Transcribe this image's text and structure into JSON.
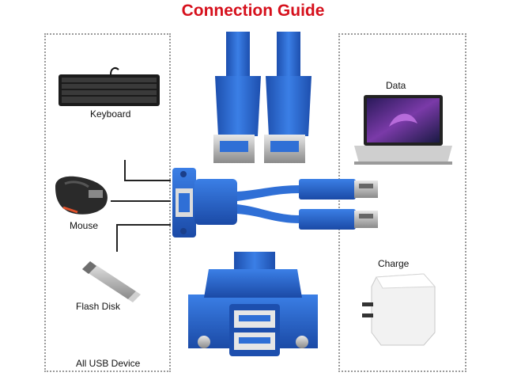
{
  "title": "Connection Guide",
  "devices_left": {
    "keyboard": "Keyboard",
    "mouse": "Mouse",
    "flash": "Flash Disk",
    "all": "All USB Device"
  },
  "devices_right": {
    "data": "Data",
    "charge": "Charge"
  },
  "colors": {
    "title": "#d6101c",
    "cable_blue": "#2f6fd6",
    "cable_dark": "#1d4fae"
  }
}
